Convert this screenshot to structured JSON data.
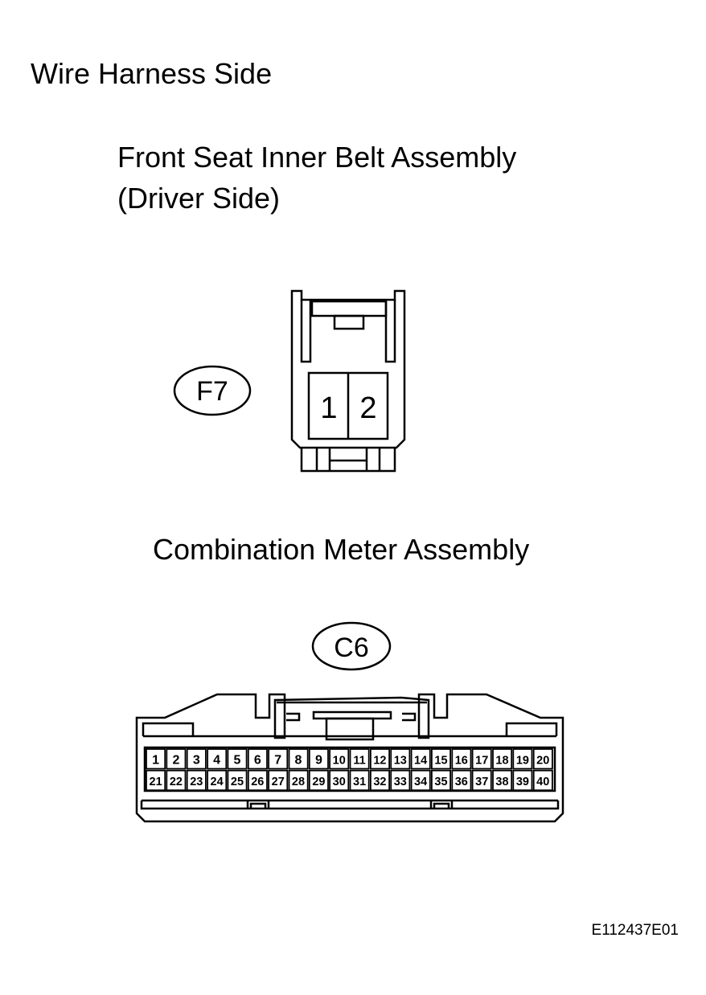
{
  "header": {
    "title": "Wire Harness Side"
  },
  "connector_f7": {
    "component_name": "Front Seat Inner Belt Assembly",
    "component_sub": "(Driver Side)",
    "code": "F7",
    "pins": [
      "1",
      "2"
    ]
  },
  "connector_c6": {
    "component_name": "Combination Meter Assembly",
    "code": "C6",
    "pins_top": [
      "1",
      "2",
      "3",
      "4",
      "5",
      "6",
      "7",
      "8",
      "9",
      "10",
      "11",
      "12",
      "13",
      "14",
      "15",
      "16",
      "17",
      "18",
      "19",
      "20"
    ],
    "pins_bottom": [
      "21",
      "22",
      "23",
      "24",
      "25",
      "26",
      "27",
      "28",
      "29",
      "30",
      "31",
      "32",
      "33",
      "34",
      "35",
      "36",
      "37",
      "38",
      "39",
      "40"
    ]
  },
  "footer": {
    "figure_code": "E112437E01"
  }
}
